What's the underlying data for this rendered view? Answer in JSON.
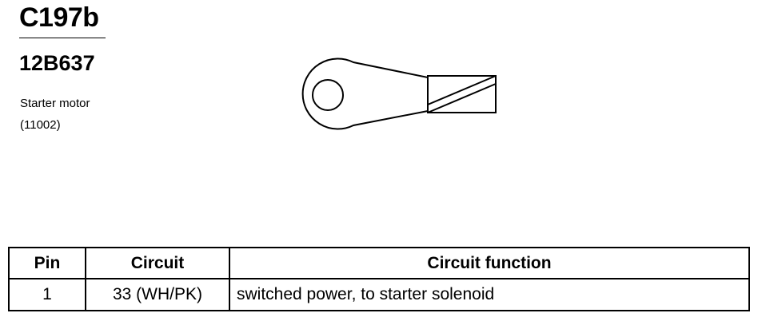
{
  "connector": {
    "id": "C197b",
    "part_number": "12B637",
    "component_name": "Starter motor",
    "component_code": "(11002)"
  },
  "table": {
    "headers": {
      "pin": "Pin",
      "circuit": "Circuit",
      "function": "Circuit function"
    },
    "rows": [
      {
        "pin": "1",
        "circuit": "33 (WH/PK)",
        "function": "switched power, to starter solenoid"
      }
    ]
  }
}
